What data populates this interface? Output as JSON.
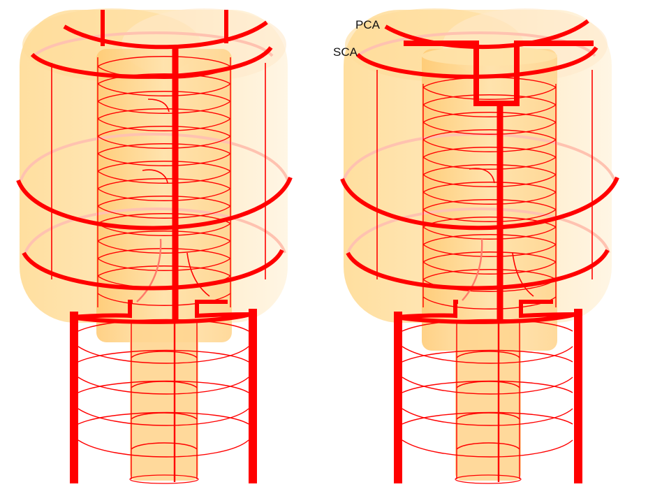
{
  "labels": {
    "pca": "PCA",
    "sca": "SCA"
  },
  "colors": {
    "artery": "#ff0000",
    "tissue_light": "#ffe7b0",
    "tissue_mid": "#ffd88a",
    "tissue_edge": "#fff0d4",
    "ring_pale": "#ffc4b4",
    "branch_pale": "#ff7a6a"
  },
  "panels": [
    {
      "name": "left-diagram",
      "variant": "direct"
    },
    {
      "name": "right-diagram",
      "variant": "stepped"
    }
  ]
}
